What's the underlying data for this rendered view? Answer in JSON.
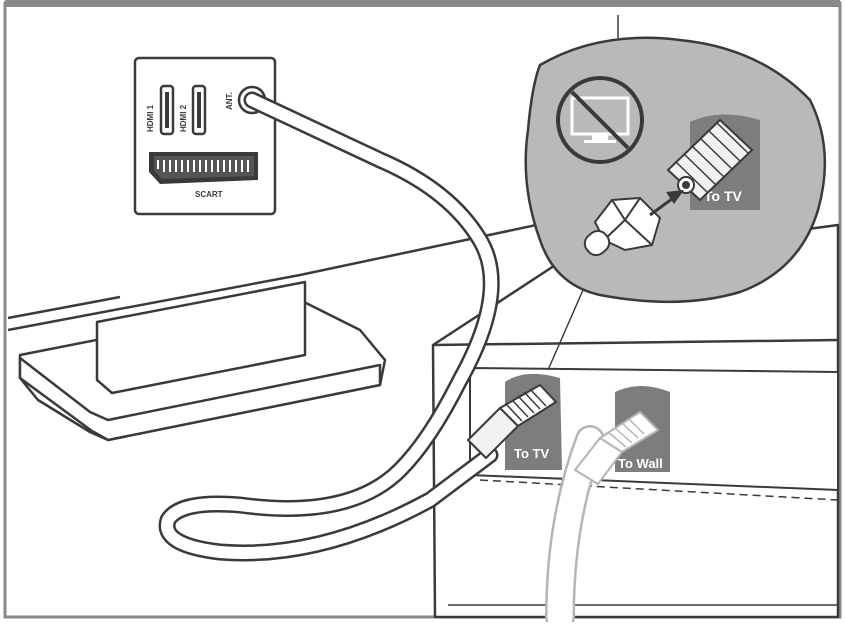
{
  "tv_panel": {
    "hdmi1_label": "HDMI 1",
    "hdmi2_label": "HDMI 2",
    "ant_label": "ANT.",
    "scart_label": "SCART"
  },
  "callout": {
    "port_label": "To TV",
    "no_tv_icon": "no-tv-icon",
    "arrow_icon": "insert-arrow-icon"
  },
  "box": {
    "port_to_tv_label": "To TV",
    "port_to_wall_label": "To Wall"
  },
  "colors": {
    "frame": "#8a8a8a",
    "line": "#3a3a3a",
    "callout_fill": "#b9b9b9",
    "port_plate": "#7d7d7d",
    "connector_fill": "#f2f2f2"
  }
}
